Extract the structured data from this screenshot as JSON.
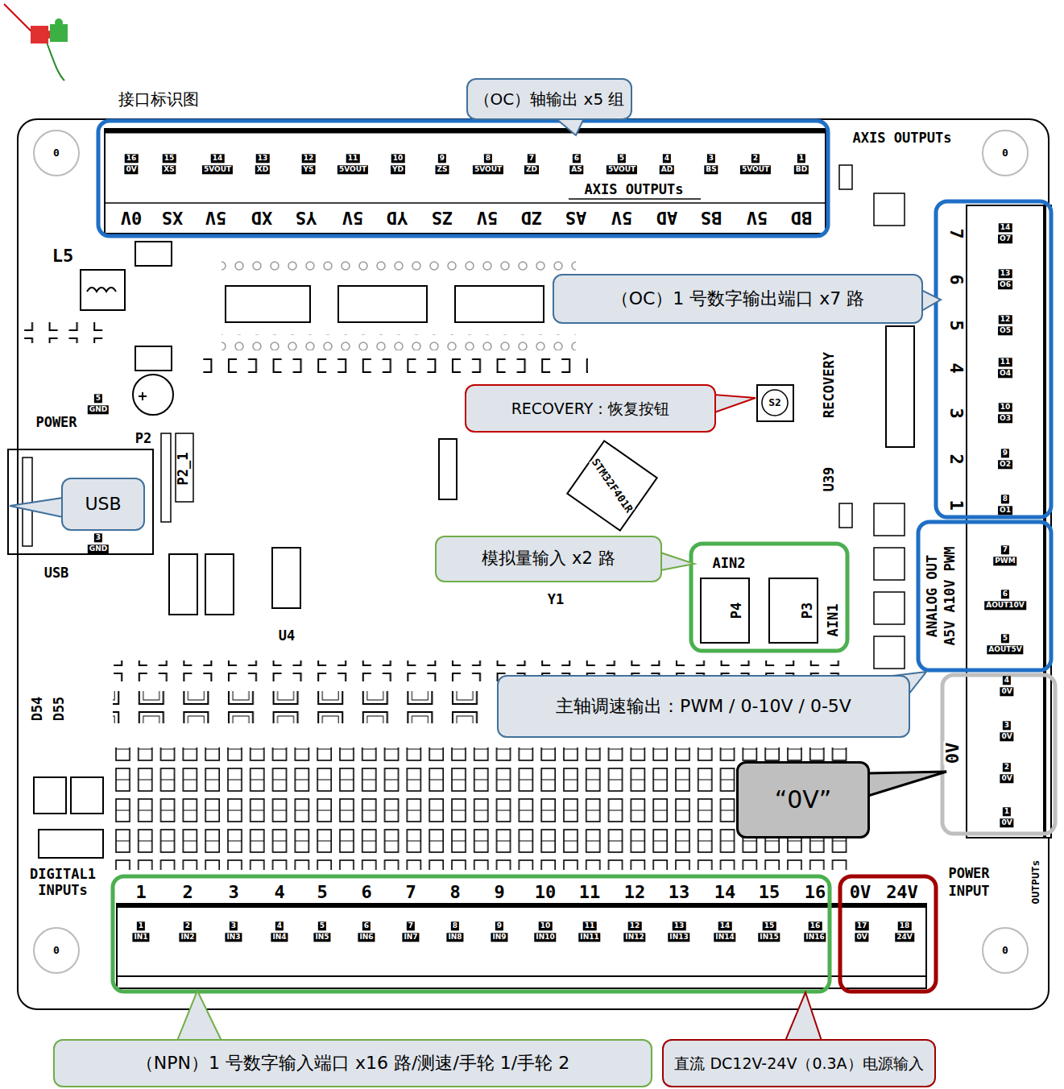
{
  "diagram": {
    "title": "接口标识图",
    "nodes": [
      {
        "text": [
          "（OC）轴输出 x5 组"
        ]
      },
      {
        "text": [
          "（OC）1 号数字输出端口 x7 路"
        ]
      },
      {
        "text": [
          "RECOVERY：恢复按钮"
        ]
      },
      {
        "text": [
          "USB"
        ]
      },
      {
        "text": [
          "模拟量输入 x2 路"
        ]
      },
      {
        "text": [
          "主轴调速输出：PWM / 0-10V / 0-5V"
        ]
      },
      {
        "text": [
          "“0V”"
        ]
      },
      {
        "text": [
          "（NPN）1 号数字输入端口 x16 路/测速/手轮 1/手轮 2"
        ]
      },
      {
        "text": [
          "直流 DC12V-24V（0.3A）电源输入"
        ]
      }
    ],
    "labels": [
      "16",
      "0V",
      "15",
      "XS",
      "14",
      "5VOUT",
      "13",
      "XD",
      "12",
      "YS",
      "11",
      "5VOUT",
      "10",
      "YD",
      "9",
      "ZS",
      "8",
      "5VOUT",
      "7",
      "ZD",
      "6",
      "AS",
      "5",
      "5VOUT",
      "4",
      "AD",
      "3",
      "BS",
      "2",
      "5VOUT",
      "1",
      "BD",
      "0V",
      "XS",
      "5V",
      "XD",
      "YS",
      "5V",
      "YD",
      "ZS",
      "5V",
      "ZD",
      "AS",
      "5V",
      "AD",
      "BS",
      "5V",
      "BD",
      "AXIS OUTPUTs",
      "AXIS OUTPUTs",
      "7",
      "6",
      "5",
      "4",
      "3",
      "2",
      "1",
      "14",
      "O7",
      "13",
      "O6",
      "12",
      "O5",
      "11",
      "O4",
      "10",
      "O3",
      "9",
      "O2",
      "8",
      "O1",
      "7",
      "PWM",
      "6",
      "AOUT10V",
      "5",
      "AOUT5V",
      "ANALOG OUT",
      "A5V A10V PWM",
      "4",
      "0V",
      "3",
      "0V",
      "2",
      "0V",
      "1",
      "0V",
      "0V",
      "OUTPUTs",
      "DIGITAL1",
      "INPUTs",
      "1",
      "2",
      "3",
      "4",
      "5",
      "6",
      "7",
      "8",
      "9",
      "10",
      "11",
      "12",
      "13",
      "14",
      "15",
      "16",
      "1",
      "IN1",
      "2",
      "IN2",
      "3",
      "IN3",
      "4",
      "IN4",
      "5",
      "IN5",
      "6",
      "IN6",
      "7",
      "IN7",
      "8",
      "IN8",
      "9",
      "IN9",
      "10",
      "IN10",
      "11",
      "IN11",
      "12",
      "IN12",
      "13",
      "IN13",
      "14",
      "IN14",
      "15",
      "IN15",
      "16",
      "IN16",
      "17",
      "0V",
      "18",
      "24V",
      "0V",
      "24V",
      "POWER",
      "INPUT",
      "L5",
      "POWER",
      "P2",
      "P2_1",
      "USB",
      "5",
      "GND",
      "3",
      "GND",
      "U4",
      "D54",
      "D55",
      "STM32F401R",
      "RECOVERY",
      "S2",
      "U39",
      "AIN2",
      "P4",
      "P3",
      "AIN1",
      "Y1",
      "0",
      "0",
      "0",
      "0"
    ]
  }
}
